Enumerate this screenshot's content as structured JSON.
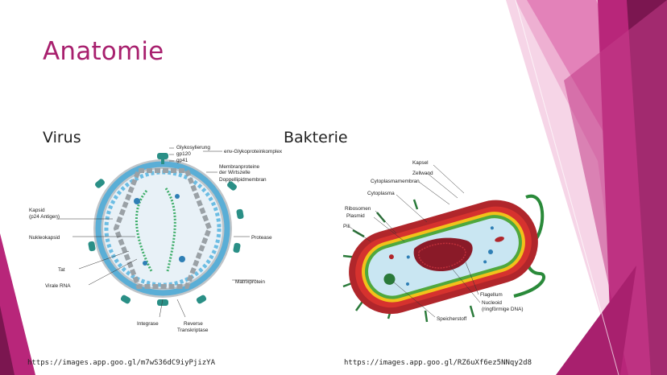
{
  "slide": {
    "title": "Anatomie",
    "virus": {
      "heading": "Virus",
      "image_url": "https://images.app.goo.gl/m7wS36dC9iyPjizYA",
      "labels": {
        "glyko": "Glykosylierung",
        "gp120": "gp120",
        "gp41": "gp41",
        "env": "env-Glykoproteinkomplex",
        "membranproteine1": "Membranproteine",
        "membranproteine2": "der Wirtszelle",
        "doppellipid": "Doppellipidmembran",
        "kapsid1": "Kapsid",
        "kapsid2": "(p24 Antigen)",
        "nukleokapsid": "Nukleokapsid",
        "protease": "Protease",
        "tat": "Tat",
        "virale_rna": "Virale RNA",
        "matrixprotein": "Matrixprotein",
        "integrase": "Integrase",
        "reverse1": "Reverse",
        "reverse2": "Transkriptase"
      }
    },
    "bakterie": {
      "heading": "Bakterie",
      "image_url": "https://images.app.goo.gl/RZ6uXf6ez5NNqy2d8",
      "labels": {
        "kapsel": "Kapsel",
        "zellwand": "Zellwand",
        "cytoplasmamembran": "Cytoplasmamembran",
        "cytoplasma": "Cytoplasma",
        "ribosomen": "Ribosomen",
        "plasmid": "Plasmid",
        "pili": "Pili",
        "flagellum": "Flagellum",
        "nucleoid1": "Nucleoid",
        "nucleoid2": "(ringförmige DNA)",
        "speicherstoff": "Speicherstoff"
      }
    }
  },
  "colors": {
    "title": "#a8206e",
    "accent_dark": "#7b1650",
    "accent_mid": "#b8267a",
    "accent_light": "#e07ab5"
  }
}
